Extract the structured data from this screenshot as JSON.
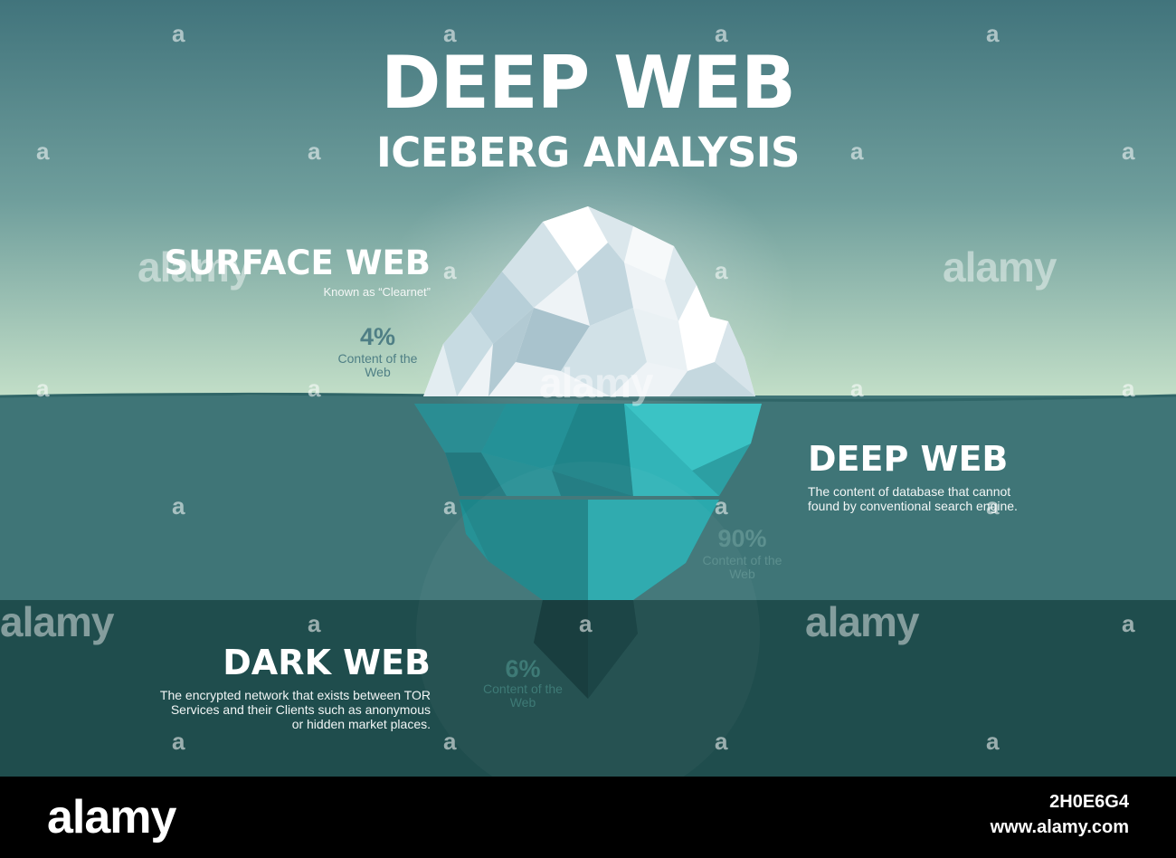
{
  "title": {
    "line1": "DEEP WEB",
    "line2": "ICEBERG ANALYSIS"
  },
  "layers": {
    "surface": {
      "heading": "SURFACE WEB",
      "description": "Known as  “Clearnet”",
      "percent": "4%",
      "percent_label": "Content of the Web"
    },
    "deep": {
      "heading": "DEEP WEB",
      "description": "The content of database that cannot found by conventional search engine.",
      "percent": "90%",
      "percent_label": "Content of the Web"
    },
    "dark": {
      "heading": "DARK WEB",
      "description": "The  encrypted network that exists between TOR Services and their Clients such as  anonymous or hidden market places.",
      "percent": "6%",
      "percent_label": "Content of the Web"
    }
  },
  "colors": {
    "sky_top": "#41747c",
    "sky_bottom": "#c3dfc8",
    "sea": "#3f7577",
    "deep_sea": "#1f4d4d",
    "ice": "#f1f5f7",
    "ice_underwater": "#33b7bb",
    "percent_surface": "#4f7f85",
    "percent_deep": "#5d908f",
    "percent_dark": "#3e7a76"
  },
  "watermark": {
    "text": "alamy",
    "glyph": "a",
    "footer_logo": "alamy",
    "image_id": "2H0E6G4",
    "url": "www.alamy.com"
  }
}
